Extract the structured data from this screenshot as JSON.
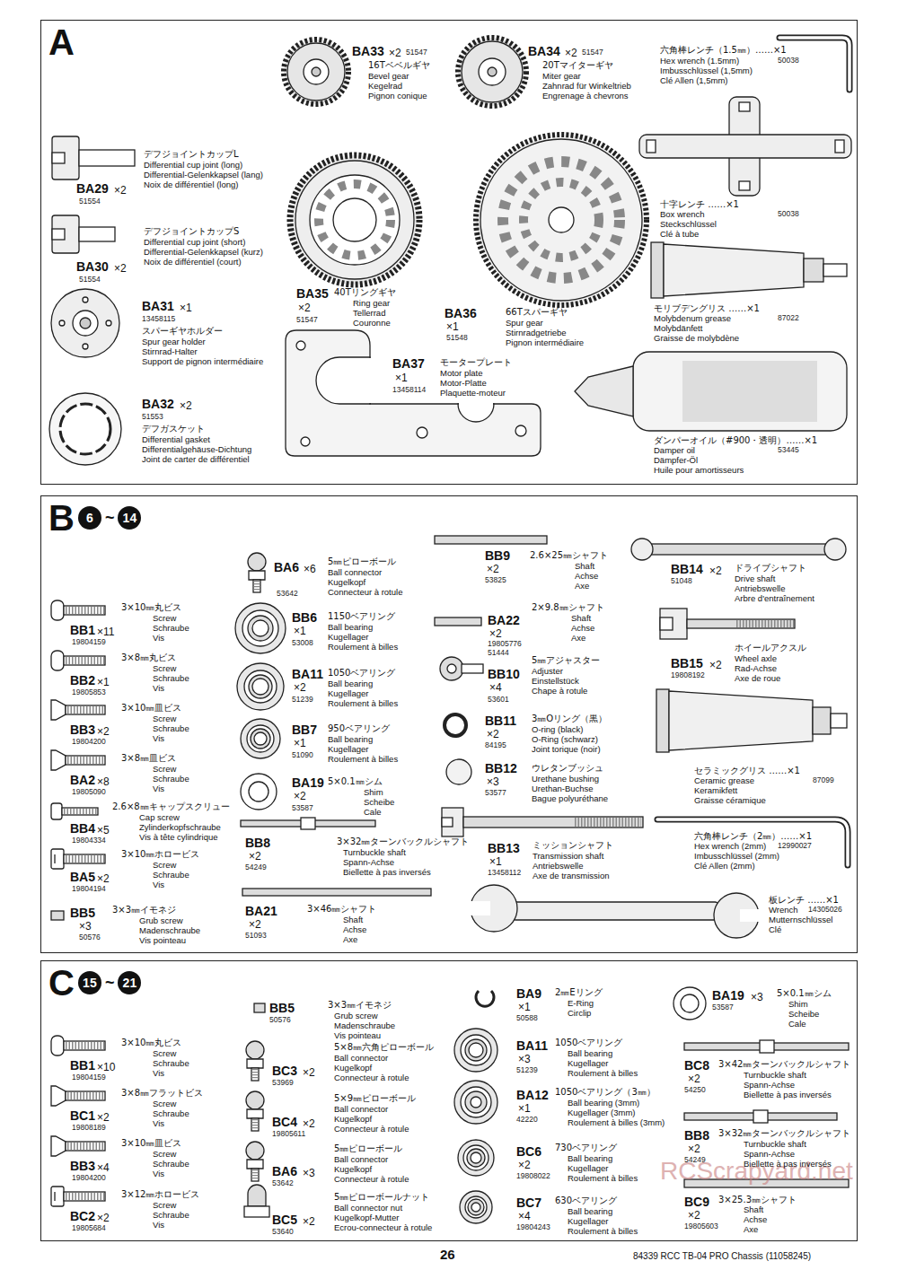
{
  "diagram": {
    "nodes": [
      {
        "text": [
          "A"
        ]
      },
      {
        "text": [
          "B",
          "6",
          "~",
          "14"
        ]
      },
      {
        "text": [
          "C",
          "15",
          "~",
          "21"
        ]
      }
    ],
    "labels": [
      "BA33",
      "×2",
      "51547",
      "16Tベベルギヤ",
      "Bevel gear",
      "Kegelrad",
      "Pignon conique",
      "BA34",
      "×2",
      "51547",
      "20Tマイターギヤ",
      "Miter gear",
      "Zahnrad für Winkeltrieb",
      "Engrenage à chevrons",
      "六角棒レンチ（1.5㎜）……×1",
      "Hex wrench (1.5mm)",
      "Imbusschlüssel (1,5mm)",
      "Clé Allen (1,5mm)",
      "50038",
      "BA29",
      "×2",
      "51554",
      "デフジョイントカップL",
      "Differential cup joint (long)",
      "Differential-Gelenkkapsel (lang)",
      "Noix de différentiel (long)",
      "BA30",
      "×2",
      "51554",
      "デフジョイントカップS",
      "Differential cup joint (short)",
      "Differential-Gelenkkapsel (kurz)",
      "Noix de différentiel (court)",
      "BA31",
      "×1",
      "13458115",
      "スパーギヤホルダー",
      "Spur gear holder",
      "Stirnrad-Halter",
      "Support de pignon intermédiaire",
      "BA32",
      "×2",
      "51553",
      "デフガスケット",
      "Differential gasket",
      "Differentialgehäuse-Dichtung",
      "Joint de carter de différentiel",
      "BA35",
      "×2",
      "51547",
      "40Tリングギヤ",
      "Ring gear",
      "Tellerrad",
      "Couronne",
      "BA36",
      "×1",
      "51548",
      "66Tスパーギヤ",
      "Spur gear",
      "Stirnradgetriebe",
      "Pignon intermédiaire",
      "BA37",
      "×1",
      "13458114",
      "モータープレート",
      "Motor plate",
      "Motor-Platte",
      "Plaquette-moteur",
      "十字レンチ ……×1",
      "Box wrench",
      "Steckschlüssel",
      "Clé à tube",
      "50038",
      "モリブデングリス ……×1",
      "Molybdenum grease",
      "Molybdänfett",
      "Graisse de molybdène",
      "87022",
      "ダンパーオイル（#900・透明）……×1",
      "Damper oil",
      "Dämpfer-Öl",
      "Huile pour amortisseurs",
      "53445",
      "BB1",
      "×11",
      "19804159",
      "3×10㎜丸ビス",
      "Screw",
      "Schraube",
      "Vis",
      "BB2",
      "×1",
      "19805853",
      "3×8㎜丸ビス",
      "Screw",
      "Schraube",
      "Vis",
      "BB3",
      "×2",
      "19804200",
      "3×10㎜皿ビス",
      "Screw",
      "Schraube",
      "Vis",
      "BA2",
      "×8",
      "19805090",
      "3×8㎜皿ビス",
      "Screw",
      "Schraube",
      "Vis",
      "BB4",
      "×5",
      "19804334",
      "2.6×8㎜キャップスクリュー",
      "Cap screw",
      "Zylinderkopfschraube",
      "Vis à tête cylindrique",
      "BA5",
      "×2",
      "19804194",
      "3×10㎜ホロービス",
      "Screw",
      "Schraube",
      "Vis",
      "BB5",
      "×3",
      "50576",
      "3×3㎜イモネジ",
      "Grub screw",
      "Madenschraube",
      "Vis pointeau",
      "BA6",
      "×6",
      "53642",
      "5㎜ピローボール",
      "Ball connector",
      "Kugelkopf",
      "Connecteur à rotule",
      "BB6",
      "×1",
      "53008",
      "1150ベアリング",
      "Ball bearing",
      "Kugellager",
      "Roulement à billes",
      "BA11",
      "×2",
      "51239",
      "1050ベアリング",
      "Ball bearing",
      "Kugellager",
      "Roulement à billes",
      "BB7",
      "×1",
      "51090",
      "950ベアリング",
      "Ball bearing",
      "Kugellager",
      "Roulement à billes",
      "BA19",
      "×2",
      "53587",
      "5×0.1㎜シム",
      "Shim",
      "Scheibe",
      "Cale",
      "BB8",
      "×2",
      "54249",
      "3×32㎜ターンバックルシャフト",
      "Turnbuckle shaft",
      "Spann-Achse",
      "Biellette à pas inversés",
      "BA21",
      "×2",
      "51093",
      "3×46㎜シャフト",
      "Shaft",
      "Achse",
      "Axe",
      "BB9",
      "×2",
      "53825",
      "2.6×25㎜シャフト",
      "Shaft",
      "Achse",
      "Axe",
      "BA22",
      "×2",
      "19805776",
      "51444",
      "2×9.8㎜シャフト",
      "Shaft",
      "Achse",
      "Axe",
      "BB10",
      "×4",
      "53601",
      "5㎜アジャスター",
      "Adjuster",
      "Einstellstück",
      "Chape à rotule",
      "BB11",
      "×2",
      "84195",
      "3㎜Oリング（黒）",
      "O-ring (black)",
      "O-Ring (schwarz)",
      "Joint torique (noir)",
      "BB12",
      "×3",
      "53577",
      "ウレタンブッシュ",
      "Urethane bushing",
      "Urethan-Buchse",
      "Bague polyuréthane",
      "BB13",
      "×1",
      "13458112",
      "ミッションシャフト",
      "Transmission shaft",
      "Antriebswelle",
      "Axe de transmission",
      "板レンチ ……×1",
      "Wrench",
      "Mutternschlüssel",
      "Clé",
      "14305026",
      "BB14",
      "×2",
      "51048",
      "ドライブシャフト",
      "Drive shaft",
      "Antriebswelle",
      "Arbre d'entraînement",
      "BB15",
      "×2",
      "19808192",
      "ホイールアクスル",
      "Wheel axle",
      "Rad-Achse",
      "Axe de roue",
      "セラミックグリス ……×1",
      "Ceramic grease",
      "Keramikfett",
      "Graisse céramique",
      "87099",
      "六角棒レンチ（2㎜）……×1",
      "Hex wrench (2mm)",
      "Imbusschlüssel (2mm)",
      "Clé Allen (2mm)",
      "12990027",
      "BB1",
      "×10",
      "19804159",
      "3×10㎜丸ビス",
      "Screw",
      "Schraube",
      "Vis",
      "BC1",
      "×2",
      "19808189",
      "3×8㎜フラットビス",
      "Screw",
      "Schraube",
      "Vis",
      "BB3",
      "×4",
      "19804200",
      "3×10㎜皿ビス",
      "Screw",
      "Schraube",
      "Vis",
      "BC2",
      "×2",
      "19805684",
      "3×12㎜ホロービス",
      "Screw",
      "Schraube",
      "Vis",
      "BB5",
      "50576",
      "3×3㎜イモネジ",
      "Grub screw",
      "Madenschraube",
      "Vis pointeau",
      "BC3",
      "×2",
      "53969",
      "5×8㎜六角ピローボール",
      "Ball connector",
      "Kugelkopf",
      "Connecteur à rotule",
      "BC4",
      "×2",
      "19805611",
      "5×9㎜ピローボール",
      "Ball connector",
      "Kugelkopf",
      "Connecteur à rotule",
      "BA6",
      "×3",
      "53642",
      "5㎜ピローボール",
      "Ball connector",
      "Kugelkopf",
      "Connecteur à rotule",
      "BC5",
      "×2",
      "53640",
      "5㎜ピローボールナット",
      "Ball connector nut",
      "Kugelkopf-Mutter",
      "Ecrou-connecteur à rotule",
      "BA9",
      "×1",
      "50588",
      "2㎜Eリング",
      "E-Ring",
      "Circlip",
      "BA11",
      "×3",
      "51239",
      "1050ベアリング",
      "Ball bearing",
      "Kugellager",
      "Roulement à billes",
      "BA12",
      "×1",
      "42220",
      "1050ベアリング（3㎜）",
      "Ball bearing (3mm)",
      "Kugellager (3mm)",
      "Roulement à billes (3mm)",
      "BC6",
      "×2",
      "19808022",
      "730ベアリング",
      "Ball bearing",
      "Kugellager",
      "Roulement à billes",
      "BC7",
      "×4",
      "19804243",
      "630ベアリング",
      "Ball bearing",
      "Kugellager",
      "Roulement à billes",
      "BA19",
      "×3",
      "53587",
      "5×0.1㎜シム",
      "Shim",
      "Scheibe",
      "Cale",
      "BC8",
      "×2",
      "54250",
      "3×42㎜ターンバックルシャフト",
      "Turnbuckle shaft",
      "Spann-Achse",
      "Biellette à pas inversés",
      "BB8",
      "×2",
      "54249",
      "3×32㎜ターンバックルシャフト",
      "Turnbuckle shaft",
      "Spann-Achse",
      "Biellette à pas inversés",
      "BC9",
      "×2",
      "19805603",
      "3×25.3㎜シャフト",
      "Shaft",
      "Achse",
      "Axe",
      "26",
      "84339 RCC TB-04 PRO Chassis (11058245)",
      "RCScrapyard.net"
    ]
  }
}
